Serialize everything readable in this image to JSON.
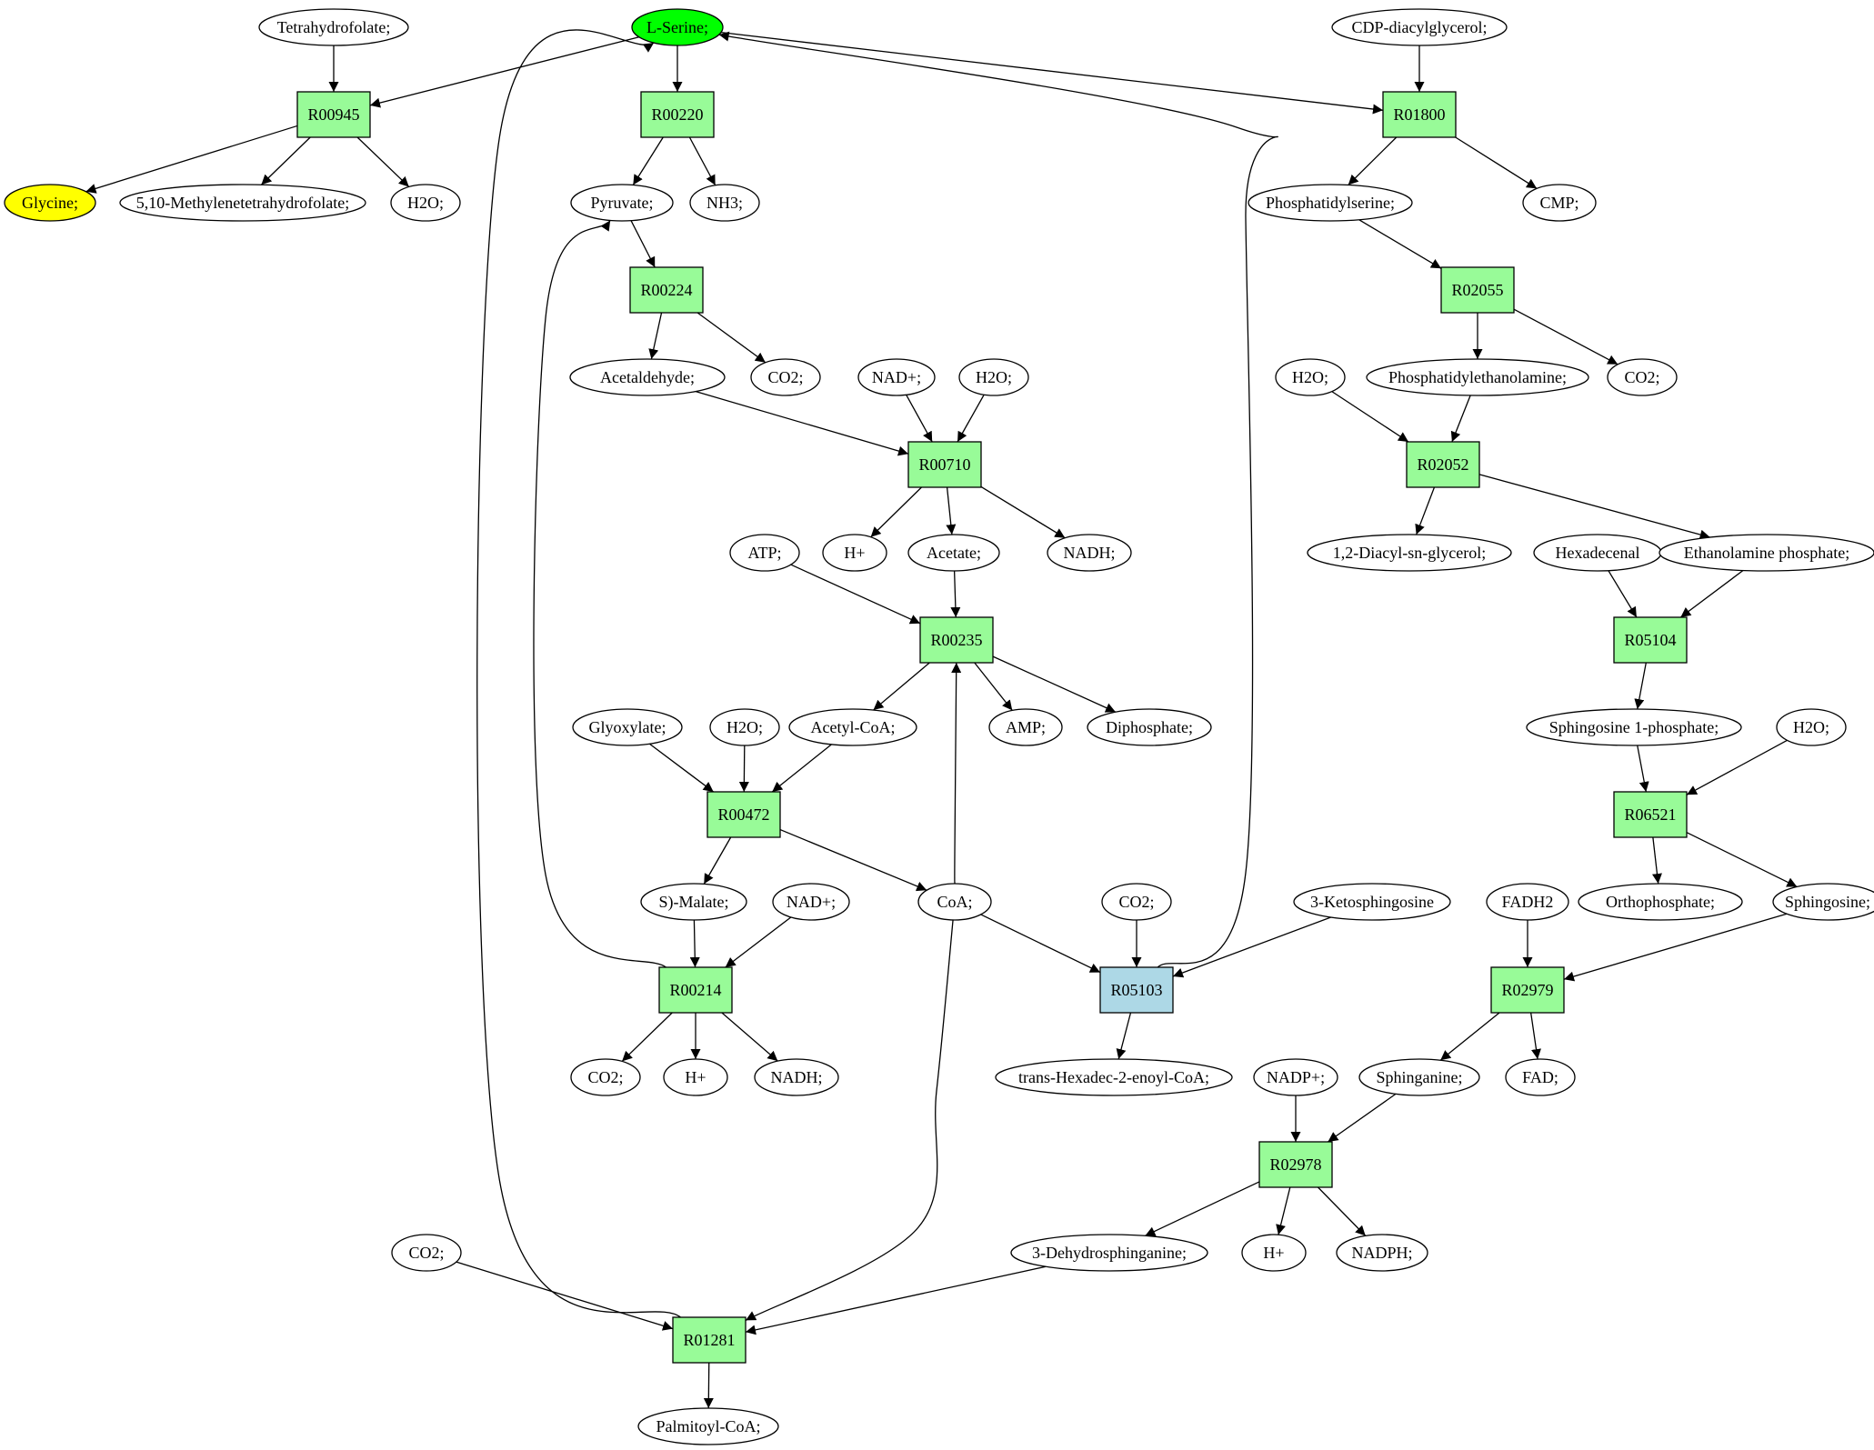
{
  "colors": {
    "reaction": "#98fb98",
    "highlight_reaction": "#add8e6",
    "source_compound": "#00ff00",
    "target_compound": "#ffff00",
    "compound": "#ffffff",
    "stroke": "#000000"
  },
  "nodes": [
    {
      "id": "n_ser",
      "label": "L-Serine;",
      "kind": "compound",
      "style": "source"
    },
    {
      "id": "n_thf",
      "label": "Tetrahydrofolate;",
      "kind": "compound"
    },
    {
      "id": "n_cdp",
      "label": "CDP-diacylglycerol;",
      "kind": "compound"
    },
    {
      "id": "n_r00945",
      "label": "R00945",
      "kind": "reaction"
    },
    {
      "id": "n_r00220",
      "label": "R00220",
      "kind": "reaction"
    },
    {
      "id": "n_r01800",
      "label": "R01800",
      "kind": "reaction"
    },
    {
      "id": "n_gly",
      "label": "Glycine;",
      "kind": "compound",
      "style": "target"
    },
    {
      "id": "n_mthf",
      "label": "5,10-Methylenetetrahydrofolate;",
      "kind": "compound"
    },
    {
      "id": "n_h2o_a",
      "label": "H2O;",
      "kind": "compound"
    },
    {
      "id": "n_pyr",
      "label": "Pyruvate;",
      "kind": "compound"
    },
    {
      "id": "n_nh3",
      "label": "NH3;",
      "kind": "compound"
    },
    {
      "id": "n_pser",
      "label": "Phosphatidylserine;",
      "kind": "compound"
    },
    {
      "id": "n_cmp",
      "label": "CMP;",
      "kind": "compound"
    },
    {
      "id": "n_r00224",
      "label": "R00224",
      "kind": "reaction"
    },
    {
      "id": "n_r02055",
      "label": "R02055",
      "kind": "reaction"
    },
    {
      "id": "n_acald",
      "label": "Acetaldehyde;",
      "kind": "compound"
    },
    {
      "id": "n_co2_a",
      "label": "CO2;",
      "kind": "compound"
    },
    {
      "id": "n_nadp_a",
      "label": "NAD+;",
      "kind": "compound"
    },
    {
      "id": "n_h2o_b",
      "label": "H2O;",
      "kind": "compound"
    },
    {
      "id": "n_h2o_c",
      "label": "H2O;",
      "kind": "compound"
    },
    {
      "id": "n_pe",
      "label": "Phosphatidylethanolamine;",
      "kind": "compound"
    },
    {
      "id": "n_co2_b",
      "label": "CO2;",
      "kind": "compound"
    },
    {
      "id": "n_r00710",
      "label": "R00710",
      "kind": "reaction"
    },
    {
      "id": "n_r02052",
      "label": "R02052",
      "kind": "reaction"
    },
    {
      "id": "n_atp",
      "label": "ATP;",
      "kind": "compound"
    },
    {
      "id": "n_hp_a",
      "label": "H+",
      "kind": "compound"
    },
    {
      "id": "n_acetate",
      "label": "Acetate;",
      "kind": "compound"
    },
    {
      "id": "n_nadh_a",
      "label": "NADH;",
      "kind": "compound"
    },
    {
      "id": "n_dag",
      "label": "1,2-Diacyl-sn-glycerol;",
      "kind": "compound"
    },
    {
      "id": "n_hexadecenal",
      "label": "Hexadecenal",
      "kind": "compound"
    },
    {
      "id": "n_etnp",
      "label": "Ethanolamine phosphate;",
      "kind": "compound"
    },
    {
      "id": "n_r00235",
      "label": "R00235",
      "kind": "reaction"
    },
    {
      "id": "n_r05104",
      "label": "R05104",
      "kind": "reaction"
    },
    {
      "id": "n_glyox",
      "label": "Glyoxylate;",
      "kind": "compound"
    },
    {
      "id": "n_h2o_d",
      "label": "H2O;",
      "kind": "compound"
    },
    {
      "id": "n_accoa",
      "label": "Acetyl-CoA;",
      "kind": "compound"
    },
    {
      "id": "n_amp",
      "label": "AMP;",
      "kind": "compound"
    },
    {
      "id": "n_ppi",
      "label": "Diphosphate;",
      "kind": "compound"
    },
    {
      "id": "n_s1p",
      "label": "Sphingosine 1-phosphate;",
      "kind": "compound"
    },
    {
      "id": "n_h2o_e",
      "label": "H2O;",
      "kind": "compound"
    },
    {
      "id": "n_r00472",
      "label": "R00472",
      "kind": "reaction"
    },
    {
      "id": "n_r06521",
      "label": "R06521",
      "kind": "reaction"
    },
    {
      "id": "n_malate",
      "label": "S)-Malate;",
      "kind": "compound"
    },
    {
      "id": "n_nadp_b",
      "label": "NAD+;",
      "kind": "compound"
    },
    {
      "id": "n_coa",
      "label": "CoA;",
      "kind": "compound"
    },
    {
      "id": "n_co2_c",
      "label": "CO2;",
      "kind": "compound"
    },
    {
      "id": "n_keto",
      "label": "3-Ketosphingosine",
      "kind": "compound"
    },
    {
      "id": "n_fadh2",
      "label": "FADH2",
      "kind": "compound"
    },
    {
      "id": "n_pi",
      "label": "Orthophosphate;",
      "kind": "compound"
    },
    {
      "id": "n_sph",
      "label": "Sphingosine;",
      "kind": "compound"
    },
    {
      "id": "n_r00214",
      "label": "R00214",
      "kind": "reaction"
    },
    {
      "id": "n_r05103",
      "label": "R05103",
      "kind": "reaction",
      "style": "highlight"
    },
    {
      "id": "n_r02979",
      "label": "R02979",
      "kind": "reaction"
    },
    {
      "id": "n_co2_d",
      "label": "CO2;",
      "kind": "compound"
    },
    {
      "id": "n_hp_b",
      "label": "H+",
      "kind": "compound"
    },
    {
      "id": "n_nadh_b",
      "label": "NADH;",
      "kind": "compound"
    },
    {
      "id": "n_thcoa",
      "label": "trans-Hexadec-2-enoyl-CoA;",
      "kind": "compound"
    },
    {
      "id": "n_nadpp",
      "label": "NADP+;",
      "kind": "compound"
    },
    {
      "id": "n_sphinganine",
      "label": "Sphinganine;",
      "kind": "compound"
    },
    {
      "id": "n_fad",
      "label": "FAD;",
      "kind": "compound"
    },
    {
      "id": "n_r02978",
      "label": "R02978",
      "kind": "reaction"
    },
    {
      "id": "n_co2_e",
      "label": "CO2;",
      "kind": "compound"
    },
    {
      "id": "n_dhs",
      "label": "3-Dehydrosphinganine;",
      "kind": "compound"
    },
    {
      "id": "n_hp_c",
      "label": "H+",
      "kind": "compound"
    },
    {
      "id": "n_nadph",
      "label": "NADPH;",
      "kind": "compound"
    },
    {
      "id": "n_r01281",
      "label": "R01281",
      "kind": "reaction"
    },
    {
      "id": "n_palm",
      "label": "Palmitoyl-CoA;",
      "kind": "compound"
    }
  ],
  "edges": [
    {
      "from": "n_thf",
      "to": "n_r00945"
    },
    {
      "from": "n_ser",
      "to": "n_r00945"
    },
    {
      "from": "n_r00945",
      "to": "n_gly"
    },
    {
      "from": "n_r00945",
      "to": "n_mthf"
    },
    {
      "from": "n_r00945",
      "to": "n_h2o_a"
    },
    {
      "from": "n_ser",
      "to": "n_r00220"
    },
    {
      "from": "n_r00220",
      "to": "n_pyr"
    },
    {
      "from": "n_r00220",
      "to": "n_nh3"
    },
    {
      "from": "n_ser",
      "to": "n_r01800"
    },
    {
      "from": "n_cdp",
      "to": "n_r01800"
    },
    {
      "from": "n_r01800",
      "to": "n_pser"
    },
    {
      "from": "n_r01800",
      "to": "n_cmp"
    },
    {
      "from": "n_pyr",
      "to": "n_r00224"
    },
    {
      "from": "n_r00224",
      "to": "n_acald"
    },
    {
      "from": "n_r00224",
      "to": "n_co2_a"
    },
    {
      "from": "n_pser",
      "to": "n_r02055"
    },
    {
      "from": "n_r02055",
      "to": "n_pe"
    },
    {
      "from": "n_r02055",
      "to": "n_co2_b"
    },
    {
      "from": "n_acald",
      "to": "n_r00710"
    },
    {
      "from": "n_nadp_a",
      "to": "n_r00710"
    },
    {
      "from": "n_h2o_b",
      "to": "n_r00710"
    },
    {
      "from": "n_r00710",
      "to": "n_hp_a"
    },
    {
      "from": "n_r00710",
      "to": "n_acetate"
    },
    {
      "from": "n_r00710",
      "to": "n_nadh_a"
    },
    {
      "from": "n_h2o_c",
      "to": "n_r02052"
    },
    {
      "from": "n_pe",
      "to": "n_r02052"
    },
    {
      "from": "n_r02052",
      "to": "n_dag"
    },
    {
      "from": "n_r02052",
      "to": "n_etnp"
    },
    {
      "from": "n_atp",
      "to": "n_r00235"
    },
    {
      "from": "n_acetate",
      "to": "n_r00235"
    },
    {
      "from": "n_r00235",
      "to": "n_accoa"
    },
    {
      "from": "n_r00235",
      "to": "n_amp"
    },
    {
      "from": "n_r00235",
      "to": "n_ppi"
    },
    {
      "from": "n_hexadecenal",
      "to": "n_r05104"
    },
    {
      "from": "n_etnp",
      "to": "n_r05104"
    },
    {
      "from": "n_r05104",
      "to": "n_s1p"
    },
    {
      "from": "n_glyox",
      "to": "n_r00472"
    },
    {
      "from": "n_h2o_d",
      "to": "n_r00472"
    },
    {
      "from": "n_accoa",
      "to": "n_r00472"
    },
    {
      "from": "n_r00472",
      "to": "n_malate"
    },
    {
      "from": "n_r00472",
      "to": "n_coa"
    },
    {
      "from": "n_coa",
      "to": "n_r00235"
    },
    {
      "from": "n_s1p",
      "to": "n_r06521"
    },
    {
      "from": "n_h2o_e",
      "to": "n_r06521"
    },
    {
      "from": "n_r06521",
      "to": "n_pi"
    },
    {
      "from": "n_r06521",
      "to": "n_sph"
    },
    {
      "from": "n_malate",
      "to": "n_r00214"
    },
    {
      "from": "n_nadp_b",
      "to": "n_r00214"
    },
    {
      "from": "n_r00214",
      "to": "n_co2_d"
    },
    {
      "from": "n_r00214",
      "to": "n_hp_b"
    },
    {
      "from": "n_r00214",
      "to": "n_nadh_b"
    },
    {
      "from": "n_r00214",
      "to": "n_pyr"
    },
    {
      "from": "n_coa",
      "to": "n_r05103"
    },
    {
      "from": "n_co2_c",
      "to": "n_r05103"
    },
    {
      "from": "n_keto",
      "to": "n_r05103"
    },
    {
      "from": "n_r05103",
      "to": "n_thcoa"
    },
    {
      "from": "n_r05103",
      "to": "n_ser"
    },
    {
      "from": "n_fadh2",
      "to": "n_r02979"
    },
    {
      "from": "n_sph",
      "to": "n_r02979"
    },
    {
      "from": "n_r02979",
      "to": "n_sphinganine"
    },
    {
      "from": "n_r02979",
      "to": "n_fad"
    },
    {
      "from": "n_nadpp",
      "to": "n_r02978"
    },
    {
      "from": "n_sphinganine",
      "to": "n_r02978"
    },
    {
      "from": "n_r02978",
      "to": "n_dhs"
    },
    {
      "from": "n_r02978",
      "to": "n_hp_c"
    },
    {
      "from": "n_r02978",
      "to": "n_nadph"
    },
    {
      "from": "n_co2_e",
      "to": "n_r01281"
    },
    {
      "from": "n_dhs",
      "to": "n_r01281"
    },
    {
      "from": "n_coa",
      "to": "n_r01281"
    },
    {
      "from": "n_r01281",
      "to": "n_palm"
    },
    {
      "from": "n_r01281",
      "to": "n_ser"
    }
  ]
}
